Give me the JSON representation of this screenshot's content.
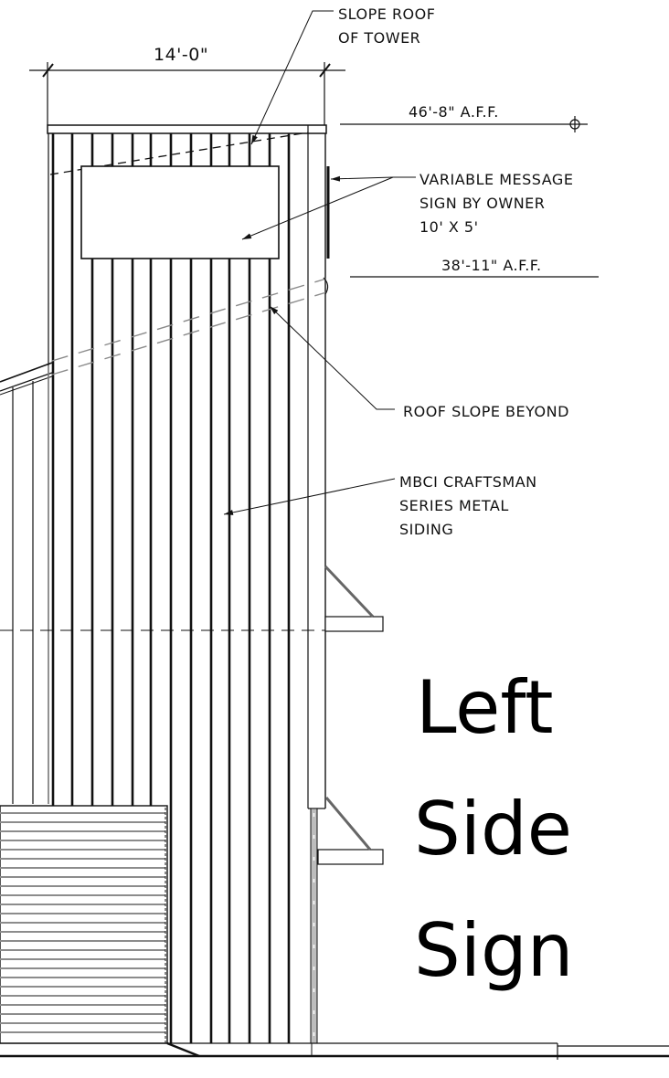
{
  "drawing": {
    "type": "architectural-elevation",
    "title_lines": [
      "Left",
      "Side",
      "Sign"
    ],
    "dimension": {
      "label": "14'-0\""
    },
    "elevations": [
      {
        "label": "46'-8\" A.F.F.",
        "has_datum_symbol": true
      },
      {
        "label": "38'-11\" A.F.F.",
        "has_datum_symbol": false
      }
    ],
    "callouts": [
      {
        "id": "slope-roof",
        "lines": [
          "SLOPE ROOF",
          "OF TOWER"
        ]
      },
      {
        "id": "vms-sign",
        "lines": [
          "VARIABLE MESSAGE",
          "SIGN BY OWNER",
          "10' X 5'"
        ]
      },
      {
        "id": "roof-slope-beyond",
        "lines": [
          "ROOF SLOPE BEYOND"
        ]
      },
      {
        "id": "metal-siding",
        "lines": [
          "MBCI CRAFTSMAN",
          "SERIES METAL",
          "SIDING"
        ]
      }
    ],
    "colors": {
      "line": "#111111",
      "hidden_line": "#8a8a8a",
      "background": "#ffffff"
    }
  }
}
